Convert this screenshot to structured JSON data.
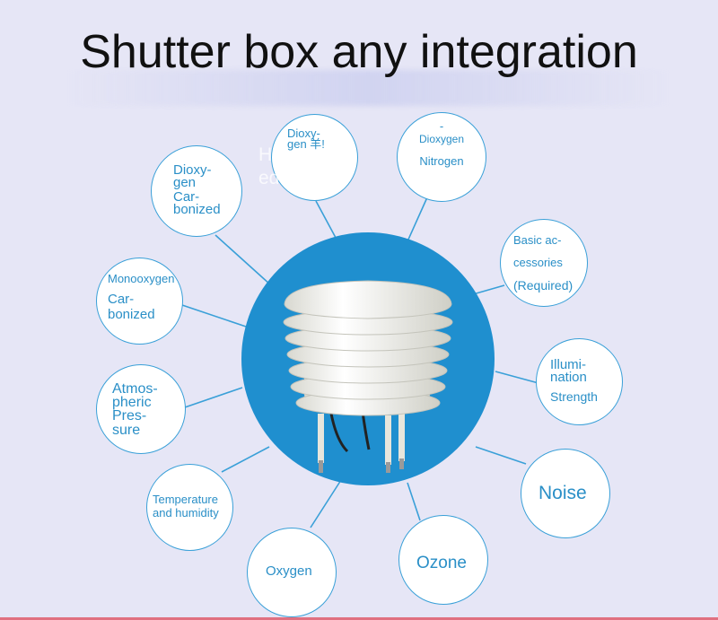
{
  "title": "Shutter box any integration",
  "colors": {
    "background": "#e6e6f6",
    "hub": "#1f8fcf",
    "bubble_border": "#3aa0d8",
    "label": "#2a8fc7"
  },
  "labels": {
    "dioxygen_carbonized": [
      "Dioxy-",
      "gen",
      "Car-",
      "bonized"
    ],
    "dioxygen_top": [
      "Dioxy-",
      "gen 羊!"
    ],
    "overlay_faint": [
      "Human-",
      "ed sulfu"
    ],
    "dioxygen_nitrogen": [
      "-",
      "Dioxygen",
      "Nitrogen"
    ],
    "monooxygen": [
      "Monooxygen",
      "Car-",
      "bonized"
    ],
    "basic_accessories": [
      "Basic ac-",
      "cessories",
      "(Required)"
    ],
    "illumination": [
      "Illumi-",
      "nation",
      "Strength"
    ],
    "atmospheric": [
      "Atmos-",
      "pheric",
      "Pres-",
      "sure"
    ],
    "noise": "Noise",
    "temperature": [
      "Temperature",
      "and humidity"
    ],
    "oxygen": "Oxygen",
    "ozone": "Ozone"
  }
}
